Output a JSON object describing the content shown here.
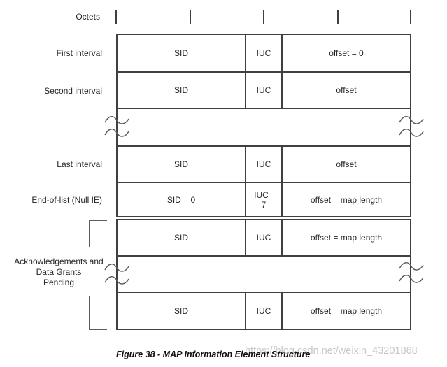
{
  "figure": {
    "octets_label": "Octets",
    "tick_count": 5,
    "rows": [
      {
        "side_label": "First interval",
        "sid": "SID",
        "iuc": "IUC",
        "offset": "offset = 0"
      },
      {
        "side_label": "Second interval",
        "sid": "SID",
        "iuc": "IUC",
        "offset": "offset"
      },
      {
        "side_label": "Last interval",
        "sid": "SID",
        "iuc": "IUC",
        "offset": "offset"
      },
      {
        "side_label": "End-of-list (Null IE)",
        "sid": "SID = 0",
        "iuc": "IUC=\n7",
        "offset": "offset = map length"
      },
      {
        "side_label": "",
        "sid": "SID",
        "iuc": "IUC",
        "offset": "offset = map length"
      },
      {
        "side_label": "",
        "sid": "SID",
        "iuc": "IUC",
        "offset": "offset = map length"
      }
    ],
    "group_label": [
      "Acknowledgements and",
      "Data Grants",
      "Pending"
    ],
    "caption": "Figure 38 - MAP Information Element Structure",
    "watermark": "https://blog.csdn.net/weixin_43201868",
    "colors": {
      "line": "#404040",
      "text": "#262626",
      "watermark": "#c8c8c8"
    }
  }
}
